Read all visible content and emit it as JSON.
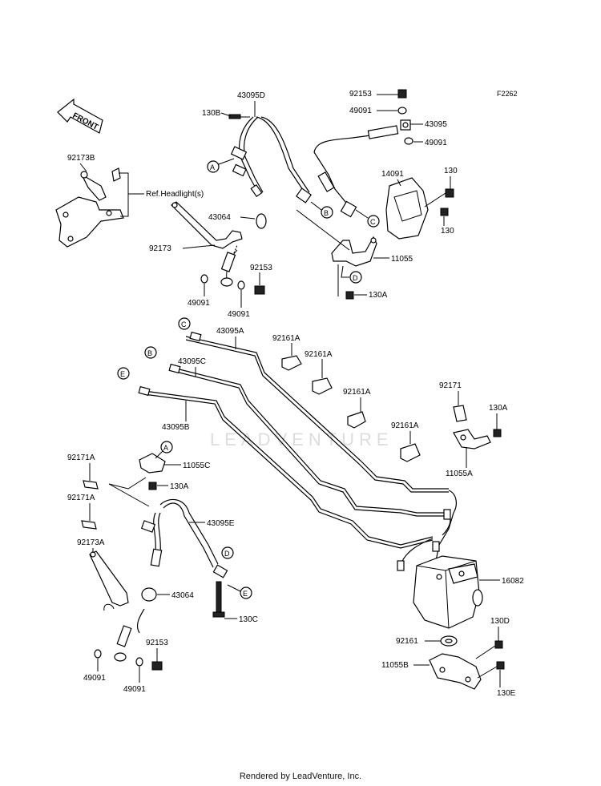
{
  "diagram": {
    "code": "F2262",
    "front_label": "FRONT",
    "watermark": "LEADVENTURE",
    "ref_note": "Ref.Headlight(s)",
    "footer": "Rendered by LeadVenture, Inc."
  },
  "callouts": [
    "A",
    "B",
    "C",
    "D",
    "E"
  ],
  "part_labels": {
    "p43095D": "43095D",
    "p130B": "130B",
    "p92153_top": "92153",
    "p49091_top1": "49091",
    "p43095": "43095",
    "p49091_top2": "49091",
    "p14091": "14091",
    "p130_a": "130",
    "p130_b": "130",
    "p92173B": "92173B",
    "p43064_top": "43064",
    "p92173": "92173",
    "p11055": "11055",
    "p92153_mid": "92153",
    "p49091_mid1": "49091",
    "p49091_mid2": "49091",
    "p130A_top": "130A",
    "p43095A": "43095A",
    "p92161A_1": "92161A",
    "p92161A_2": "92161A",
    "p43095C": "43095C",
    "p92161A_3": "92161A",
    "p92171": "92171",
    "p130A_right": "130A",
    "p43095B": "43095B",
    "p92161A_4": "92161A",
    "p11055A": "11055A",
    "p92171A_1": "92171A",
    "p11055C": "11055C",
    "p130A_mid": "130A",
    "p92171A_2": "92171A",
    "p43095E": "43095E",
    "p92173A": "92173A",
    "p43064_bot": "43064",
    "p16082": "16082",
    "p130C": "130C",
    "p130D": "130D",
    "p92161": "92161",
    "p92153_bot": "92153",
    "p11055B": "11055B",
    "p49091_bot1": "49091",
    "p49091_bot2": "49091",
    "p130E": "130E"
  }
}
